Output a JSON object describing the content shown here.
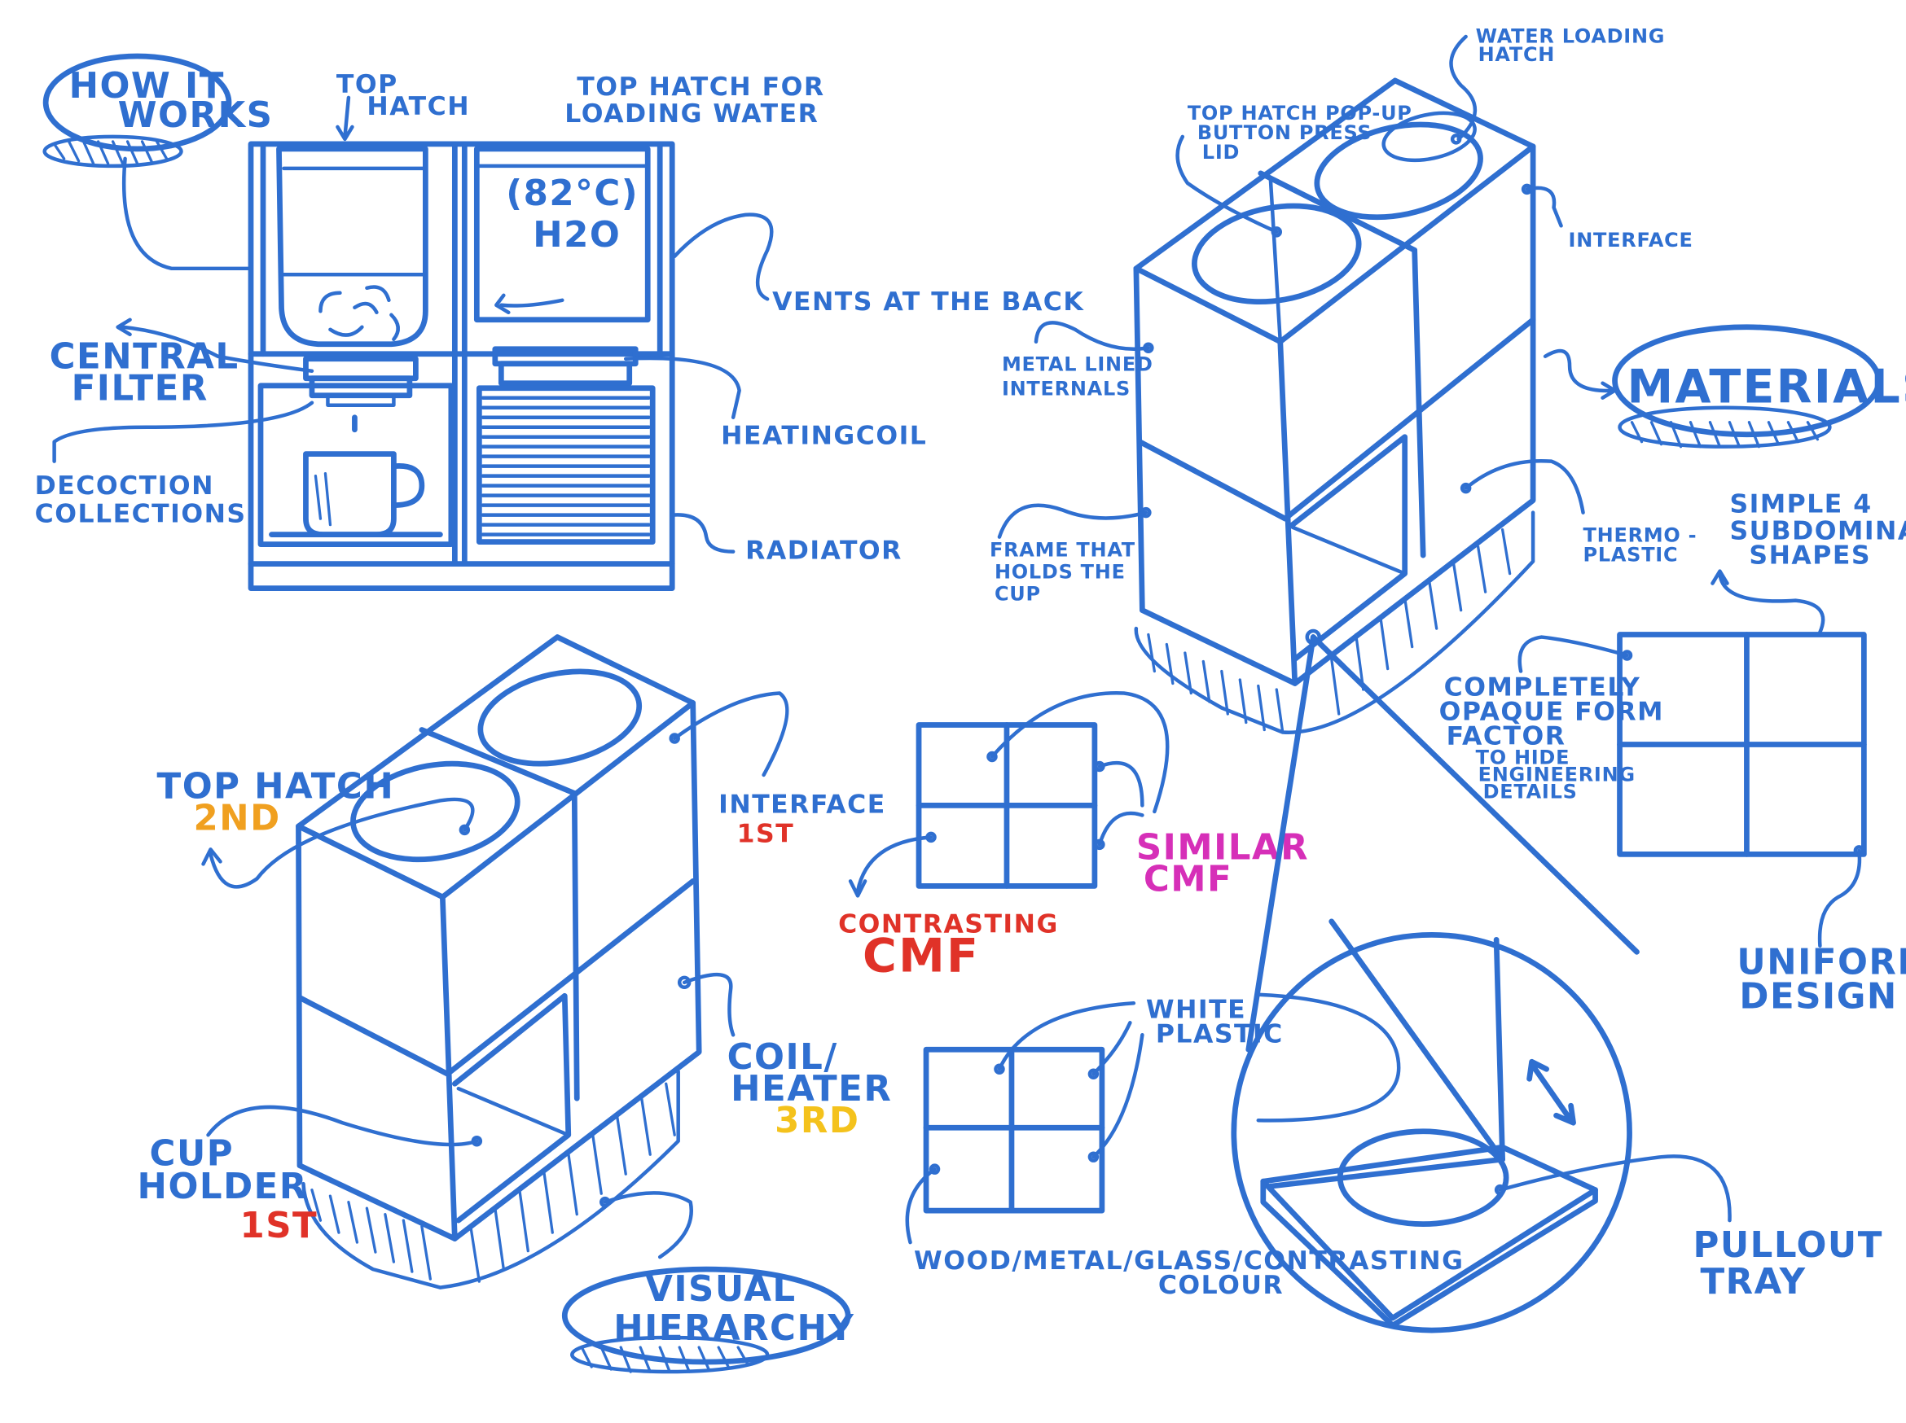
{
  "labels": {
    "how_it_works": [
      "HOW IT",
      "WORKS"
    ],
    "top_hatch": [
      "TOP",
      "HATCH"
    ],
    "top_hatch_water": [
      "TOP HATCH FOR",
      "LOADING WATER"
    ],
    "temp": "(82°C)",
    "h2o": "H2O",
    "vents": "VENTS AT THE BACK",
    "central_filter": [
      "CENTRAL",
      "FILTER"
    ],
    "heating_coil": "HEATINGCOIL",
    "decoction": [
      "DECOCTION",
      "COLLECTIONS"
    ],
    "radiator": "RADIATOR",
    "water_loading_hatch": [
      "WATER LOADING",
      "HATCH"
    ],
    "top_hatch_popup": [
      "TOP HATCH POP-UP",
      "BUTTON PRESS",
      "LID"
    ],
    "interface_top": "INTERFACE",
    "metal_lined": [
      "METAL LINED",
      "INTERNALS"
    ],
    "materials": "MATERIALS",
    "frame_cup": [
      "FRAME THAT",
      "HOLDS THE",
      "CUP"
    ],
    "thermo": [
      "THERMO -",
      "PLASTIC"
    ],
    "simple_shapes": [
      "SIMPLE 4",
      "SUBDOMINAT",
      "SHAPES"
    ],
    "completely_opaque": [
      "COMPLETELY",
      "OPAQUE FORM",
      "FACTOR"
    ],
    "hide_details": [
      "TO HIDE",
      "ENGINEERING",
      "DETAILS"
    ],
    "uniform_design": [
      "UNIFORM",
      "DESIGN"
    ],
    "top_hatch_2nd": "TOP HATCH",
    "rank_2nd": "2ND",
    "interface_1st": "INTERFACE",
    "rank_1st_a": "1ST",
    "similar_cmf": [
      "SIMILAR",
      "CMF"
    ],
    "contrasting": "CONTRASTING",
    "cmf": "CMF",
    "coil_heater": [
      "COIL/",
      "HEATER"
    ],
    "rank_3rd": "3RD",
    "cup_holder": [
      "CUP",
      "HOLDER"
    ],
    "rank_1st_b": "1ST",
    "white_plastic": [
      "WHITE",
      "PLASTIC"
    ],
    "wood_metal": [
      "WOOD/METAL/GLASS/CONTRASTING",
      "COLOUR"
    ],
    "visual_hierarchy": [
      "VISUAL",
      "HIERARCHY"
    ],
    "pullout_tray": [
      "PULLOUT",
      "TRAY"
    ]
  },
  "colors": {
    "ink": "#2f6fd0",
    "red": "#e03228",
    "orange": "#f0a020",
    "yellow": "#f4c21c",
    "magenta": "#d62fb8"
  }
}
